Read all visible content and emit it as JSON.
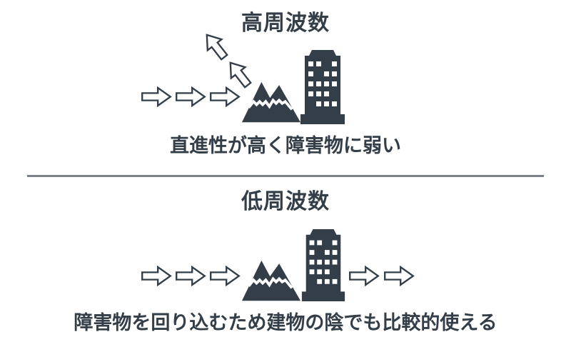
{
  "meta": {
    "background": "#ffffff",
    "ink_color": "#333e48",
    "divider_color": "#7d8288"
  },
  "sections": {
    "high_frequency": {
      "title": "高周波数",
      "caption": "直進性が高く障害物に弱い",
      "incoming_arrow_count": 3,
      "deflected_arrow_count": 2,
      "passed_arrow_count": 0,
      "obstacles": [
        "mountain",
        "building"
      ]
    },
    "low_frequency": {
      "title": "低周波数",
      "caption": "障害物を回り込むため建物の陰でも比較的使える",
      "incoming_arrow_count": 3,
      "deflected_arrow_count": 0,
      "passed_arrow_count": 2,
      "obstacles": [
        "mountain",
        "building"
      ]
    }
  },
  "icons": {
    "arrow": "block-arrow-right",
    "deflected_arrow": "block-arrow-up-left",
    "mountain": "snow-capped-mountain",
    "building": "office-building"
  }
}
